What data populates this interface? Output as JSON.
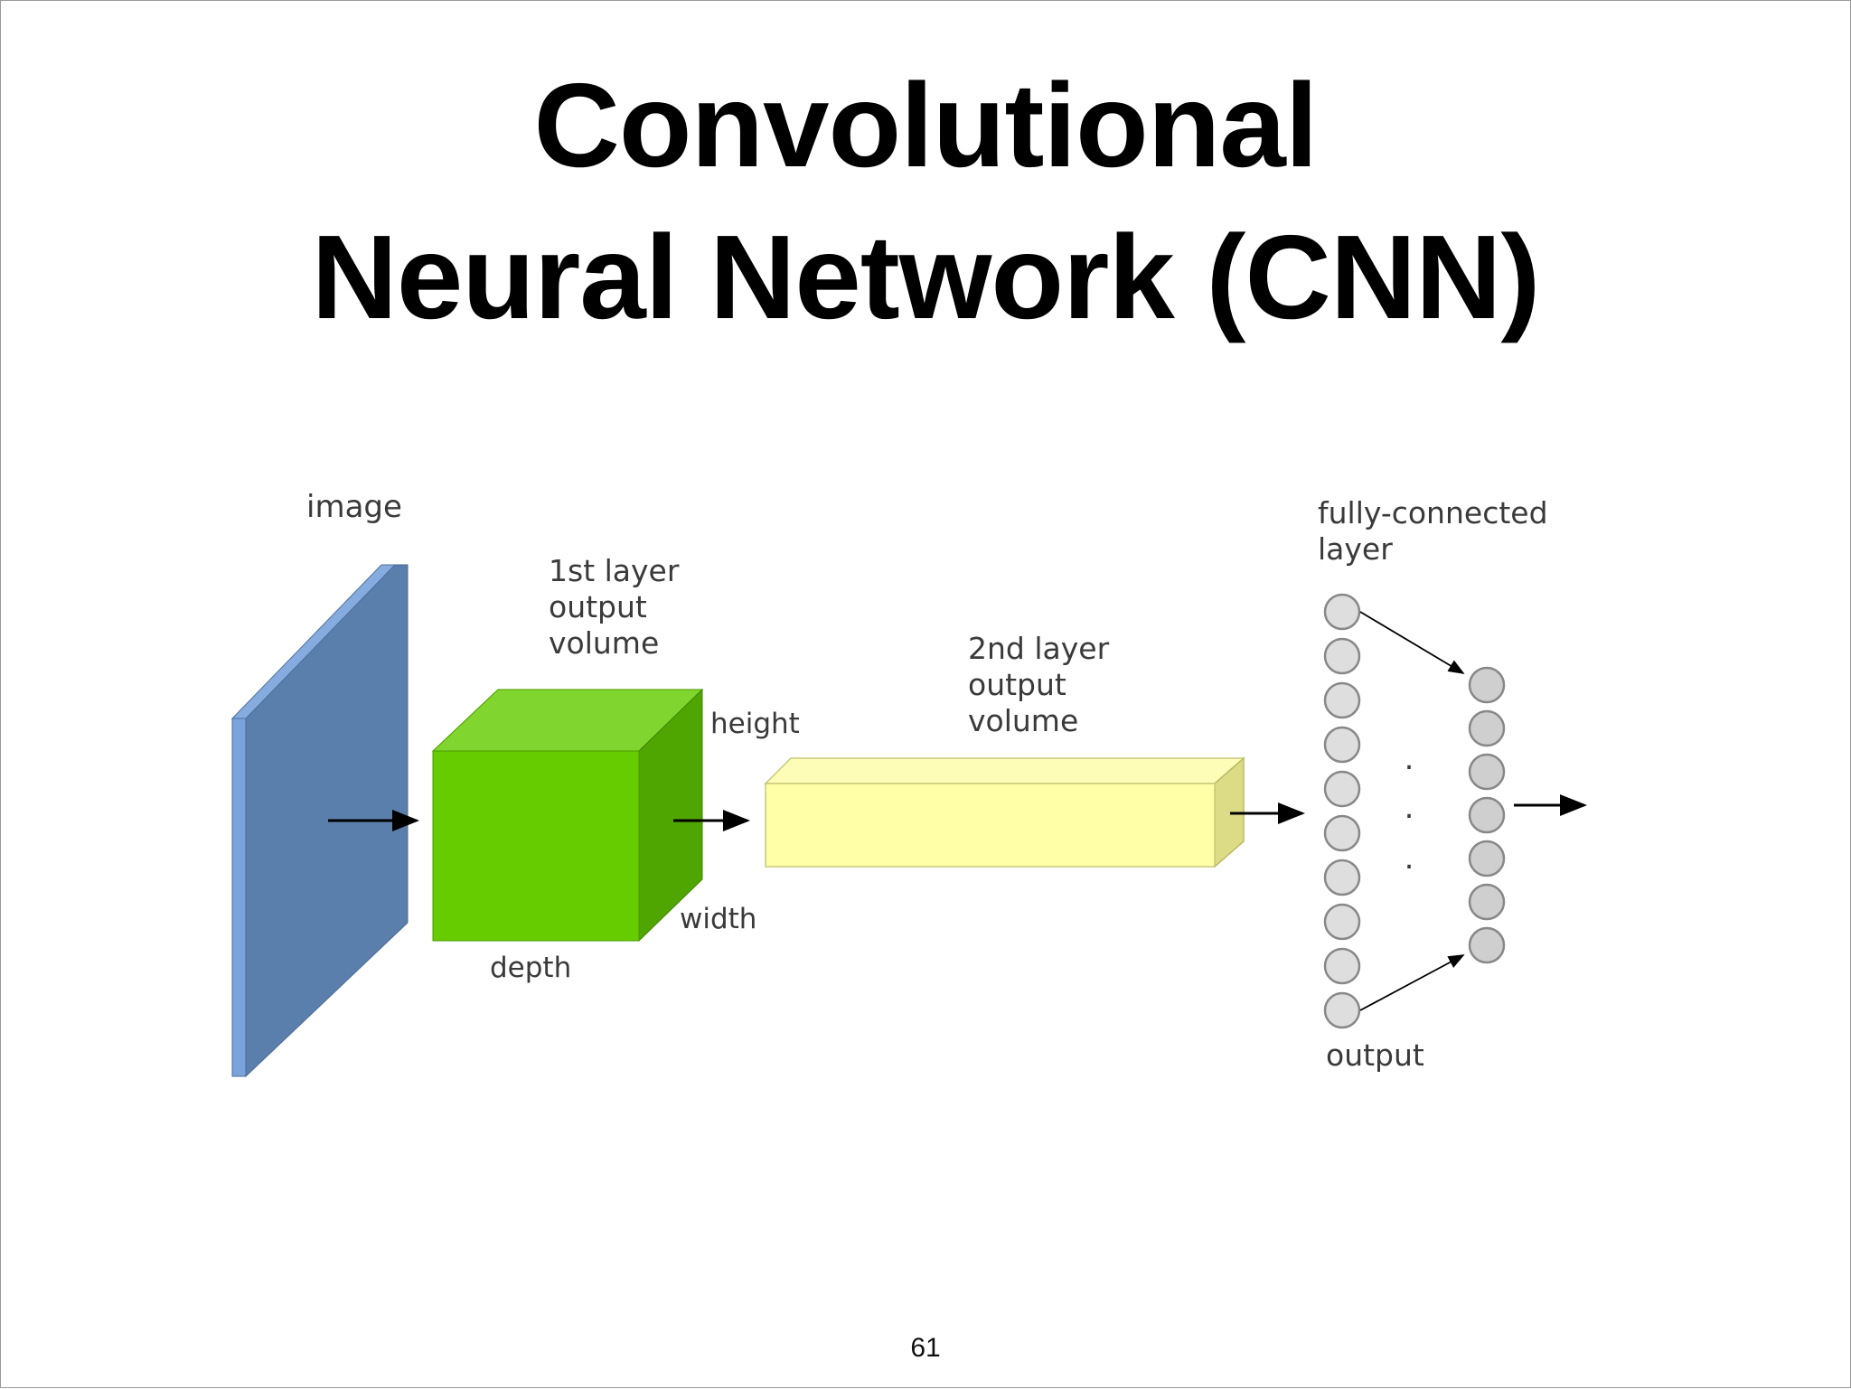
{
  "slide": {
    "title_line1": "Convolutional",
    "title_line2": "Neural Network (CNN)",
    "page_number": "61"
  },
  "diagram": {
    "labels": {
      "image": "image",
      "first_layer": [
        "1st layer",
        "output",
        "volume"
      ],
      "height": "height",
      "width": "width",
      "depth": "depth",
      "second_layer": [
        "2nd layer",
        "output",
        "volume"
      ],
      "fully_connected": [
        "fully-connected",
        "layer"
      ],
      "dots": [
        ".",
        ".",
        "."
      ],
      "output": "output"
    },
    "colors": {
      "image_front": "#5b7fad",
      "image_side": "#7aa3dc",
      "cube_front": "#66cc00",
      "cube_top": "#80d62e",
      "cube_side": "#4fa600",
      "bar_front": "#ffffa8",
      "bar_top": "#fdfdb8",
      "bar_side": "#dcdc86",
      "neuron_fill": "#d9d9d9",
      "neuron_stroke": "#888888"
    },
    "fc_column1_count": 10,
    "fc_column2_count": 7
  }
}
